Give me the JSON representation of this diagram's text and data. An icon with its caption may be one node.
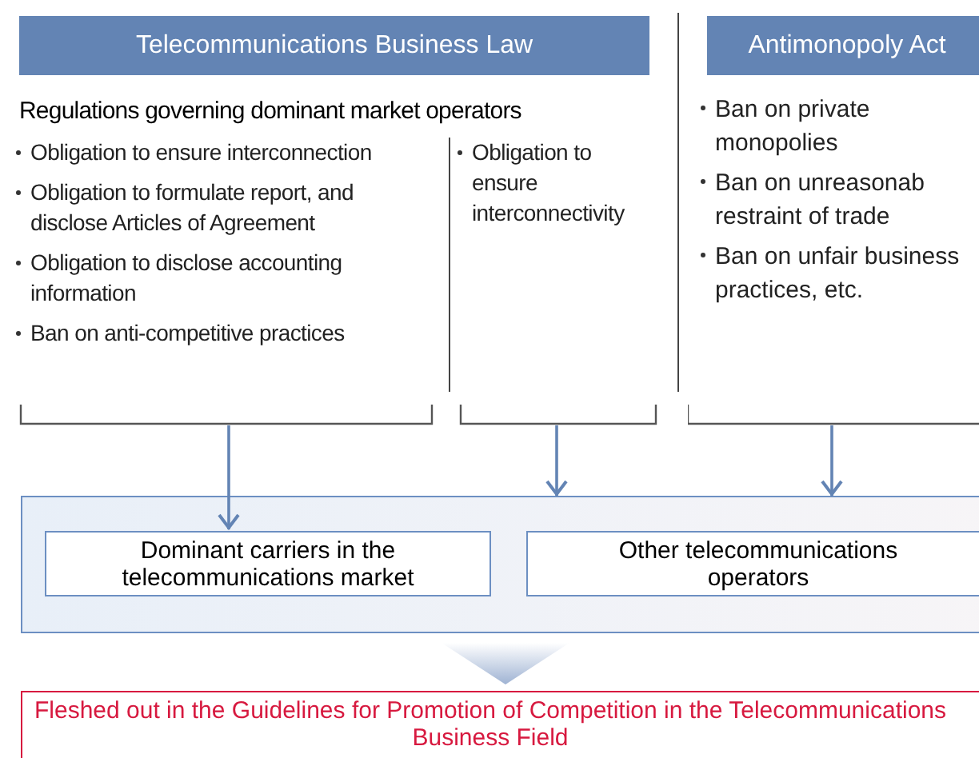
{
  "diagram": {
    "nodes": [
      {
        "text": [
          "Telecommunications Business Law"
        ]
      },
      {
        "text": [
          "Antimonopoly Act"
        ]
      },
      {
        "text": [
          "Obligation to ensure interconnection",
          "Obligation to formulate report, and disclose Articles of Agreement",
          "Obligation to disclose accounting information",
          "Ban on anti-competitive practices"
        ]
      },
      {
        "text": [
          "Obligation to ensure interconnectivity"
        ]
      },
      {
        "text": [
          "Ban on private monopolies",
          "Ban on unreasonab restraint of trade",
          "Ban on unfair business practices, etc."
        ]
      },
      {
        "text": [],
        "shape": "box"
      },
      {
        "text": [
          "Dominant carriers in the telecommunications market"
        ],
        "in": 5
      },
      {
        "text": [
          "Other telecommunications operators"
        ],
        "in": 5
      },
      {
        "text": [
          "Fleshed out in the Guidelines for Promotion of Competition in the Telecommunications Business Field"
        ]
      }
    ],
    "edges": [
      {
        "from": 2,
        "to": 6,
        "arrow": "to"
      },
      {
        "from": 3,
        "to": 5,
        "arrow": "to"
      },
      {
        "from": 4,
        "to": 5,
        "arrow": "to"
      },
      {
        "from": 5,
        "to": 8,
        "arrow": "to"
      }
    ],
    "labels": [
      "Regulations governing dominant market operators"
    ]
  }
}
